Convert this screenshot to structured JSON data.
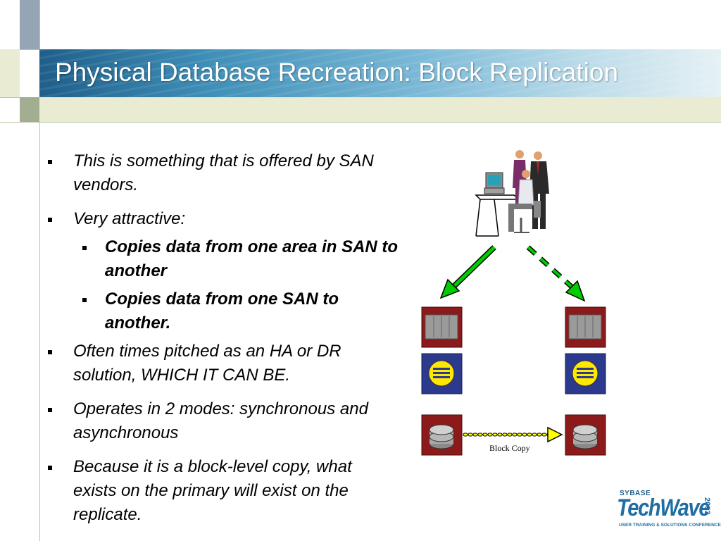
{
  "slide": {
    "title": "Physical Database Recreation: Block Replication",
    "bullets": {
      "b1": "This is something that is offered by SAN vendors.",
      "b2": "Very attractive:",
      "b2a": "Copies data from one area in SAN to another",
      "b2b": "Copies data from one SAN to another.",
      "b3": "Often times pitched as an HA or DR solution, WHICH IT CAN BE.",
      "b4": "Operates in 2 modes: synchronous and asynchronous",
      "b5": "Because it is a block-level copy, what exists on the primary will exist on the replicate."
    },
    "diagram": {
      "caption": "Block Copy"
    },
    "logo": {
      "brand": "SYBASE",
      "name": "TechWave",
      "year": "2003",
      "tagline": "USER TRAINING & SOLUTIONS CONFERENCE"
    },
    "colors": {
      "accent_green": "#00cc00",
      "arrow_yellow": "#ffff00",
      "device_red": "#8b1a1a",
      "device_blue": "#2b3a8c"
    }
  }
}
